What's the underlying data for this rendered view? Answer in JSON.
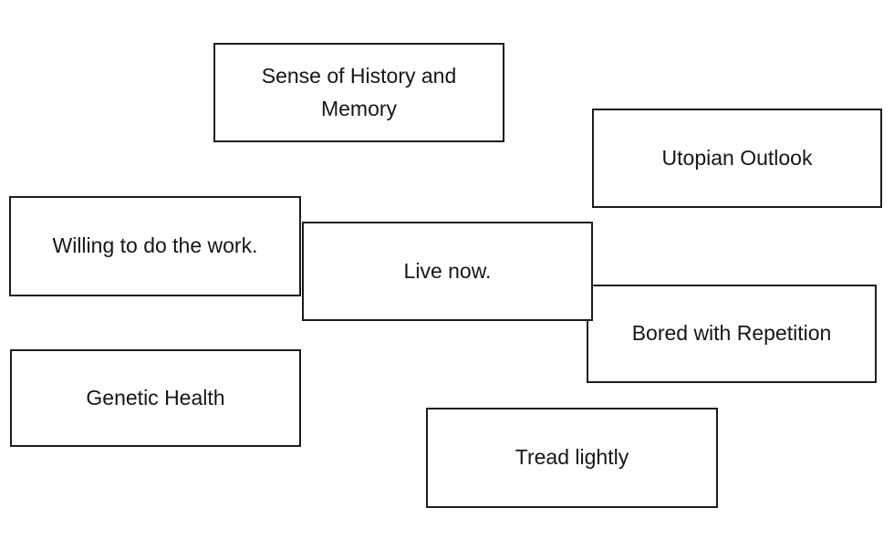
{
  "canvas": {
    "background_color": "#ffffff",
    "box_border_color": "#1c1c1c",
    "box_fill_color": "#ffffff",
    "text_color": "#161616"
  },
  "boxes": [
    {
      "id": "sense-of-history-and-memory",
      "label": "Sense of History and Memory"
    },
    {
      "id": "utopian-outlook",
      "label": "Utopian Outlook"
    },
    {
      "id": "willing-to-do-the-work",
      "label": "Willing to do the work."
    },
    {
      "id": "live-now",
      "label": "Live now."
    },
    {
      "id": "bored-with-repetition",
      "label": "Bored with Repetition"
    },
    {
      "id": "genetic-health",
      "label": "Genetic Health"
    },
    {
      "id": "tread-lightly",
      "label": "Tread lightly"
    }
  ]
}
